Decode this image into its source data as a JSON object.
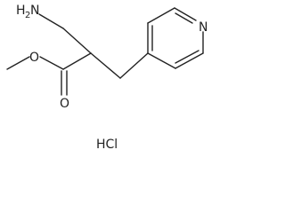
{
  "molecule": {
    "amine_label": "H",
    "amine_subscript": "2",
    "amine_atom": "N",
    "ester_oxygen_label": "O",
    "carbonyl_oxygen_label": "O",
    "pyridine_nitrogen_label": "N",
    "salt_label": "HCl"
  },
  "colors": {
    "line": "#222222",
    "background": "#ffffff"
  }
}
